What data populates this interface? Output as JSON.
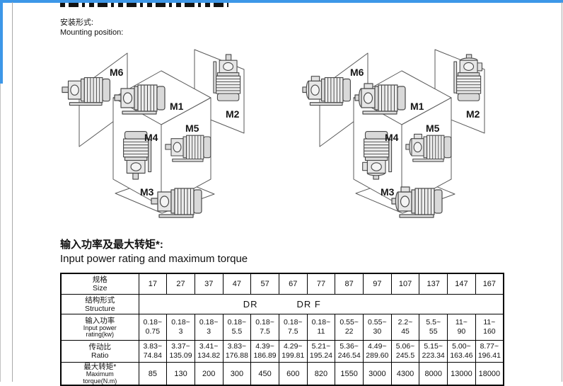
{
  "colors": {
    "accent": "#3d97e8"
  },
  "header": {
    "mounting_zh": "安装形式:",
    "mounting_en": "Mounting position:"
  },
  "section": {
    "title_zh": "输入功率及最大转矩*:",
    "title_en": "Input power rating and maximum torque"
  },
  "diagrams": {
    "left": {
      "labels": {
        "m1": "M1",
        "m2": "M2",
        "m3": "M3",
        "m4": "M4",
        "m5": "M5",
        "m6": "M6"
      }
    },
    "right": {
      "labels": {
        "m1": "M1",
        "m2": "M2",
        "m3": "M3",
        "m4": "M4",
        "m5": "M5",
        "m6": "M6"
      }
    }
  },
  "table": {
    "size_label_zh": "规格",
    "size_label_en": "Size",
    "sizes": [
      "17",
      "27",
      "37",
      "47",
      "57",
      "67",
      "77",
      "87",
      "97",
      "107",
      "137",
      "147",
      "167"
    ],
    "structure_label_zh": "结构形式",
    "structure_label_en": "Structure",
    "structure_values": [
      "DR",
      "DR F"
    ],
    "power_label_zh": "输入功率",
    "power_label_en1": "Input power",
    "power_label_en2": "rating(kw)",
    "power": [
      [
        "0.18~",
        "0.75"
      ],
      [
        "0.18~",
        "3"
      ],
      [
        "0.18~",
        "3"
      ],
      [
        "0.18~",
        "5.5"
      ],
      [
        "0.18~",
        "7.5"
      ],
      [
        "0.18~",
        "7.5"
      ],
      [
        "0.18~",
        "11"
      ],
      [
        "0.55~",
        "22"
      ],
      [
        "0.55~",
        "30"
      ],
      [
        "2.2~",
        "45"
      ],
      [
        "5.5~",
        "55"
      ],
      [
        "11~",
        "90"
      ],
      [
        "11~",
        "160"
      ]
    ],
    "ratio_label_zh": "传动比",
    "ratio_label_en": "Ratio",
    "ratio": [
      [
        "3.83~",
        "74.84"
      ],
      [
        "3.37~",
        "135.09"
      ],
      [
        "3.41~",
        "134.82"
      ],
      [
        "3.83~",
        "176.88"
      ],
      [
        "4.39~",
        "186.89"
      ],
      [
        "4.29~",
        "199.81"
      ],
      [
        "5.21~",
        "195.24"
      ],
      [
        "5.36~",
        "246.54"
      ],
      [
        "4.49~",
        "289.60"
      ],
      [
        "5.06~",
        "245.5"
      ],
      [
        "5.15~",
        "223.34"
      ],
      [
        "5.00~",
        "163.46"
      ],
      [
        "8.77~",
        "196.41"
      ]
    ],
    "torque_label_zh": "最大转矩*",
    "torque_label_en1": "Maximum",
    "torque_label_en2": "torque(N.m)",
    "torque": [
      "85",
      "130",
      "200",
      "300",
      "450",
      "600",
      "820",
      "1550",
      "3000",
      "4300",
      "8000",
      "13000",
      "18000"
    ]
  }
}
